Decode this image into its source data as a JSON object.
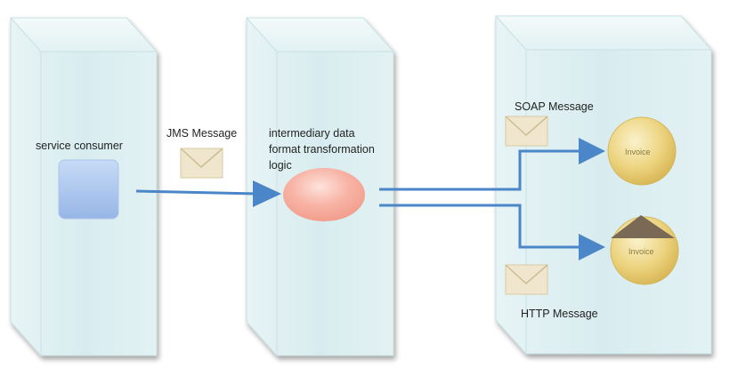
{
  "labels": {
    "service_consumer": "service consumer",
    "jms_message": "JMS Message",
    "intermediary_line1": "intermediary data",
    "intermediary_line2": "format transformation",
    "intermediary_line3": "logic",
    "soap_message": "SOAP Message",
    "http_message": "HTTP Message",
    "invoice_top": "Invoice",
    "invoice_bottom": "Invoice"
  },
  "colors": {
    "panel_fill": "#dceff1",
    "arrow": "#4a86c8",
    "consumer_box": "#a9c4ec",
    "logic_oval": "#f6a99b",
    "invoice_gold": "#e7cf7c",
    "envelope": "#efe6cd"
  }
}
